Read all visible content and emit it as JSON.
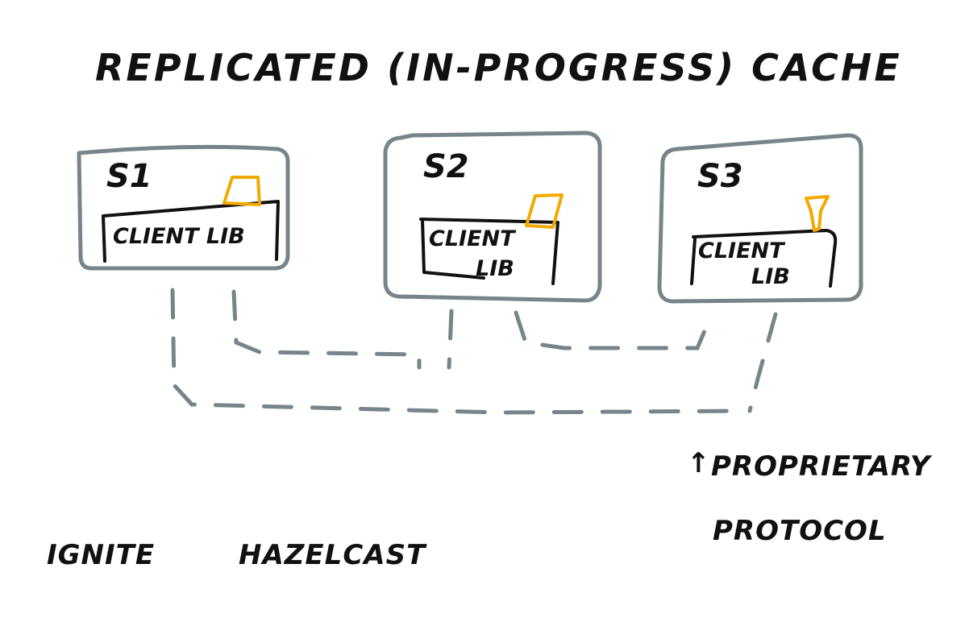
{
  "title": "REPLICATED (IN-PROGRESS) CACHE",
  "servers": [
    {
      "name": "S1",
      "lib_line1": "CLIENT LIB",
      "lib_line2": ""
    },
    {
      "name": "S2",
      "lib_line1": "CLIENT",
      "lib_line2": "LIB"
    },
    {
      "name": "S3",
      "lib_line1": "CLIENT",
      "lib_line2": "LIB"
    }
  ],
  "arrow_glyph": "↑",
  "protocol_note": {
    "line1": "PROPRIETARY",
    "line2": "PROTOCOL"
  },
  "examples": {
    "line1": "IGNITE",
    "line2": "HAZELCAST"
  },
  "colors": {
    "ink": "#111111",
    "box": "#77858a",
    "link": "#77858a",
    "cache": "#f2a900"
  }
}
